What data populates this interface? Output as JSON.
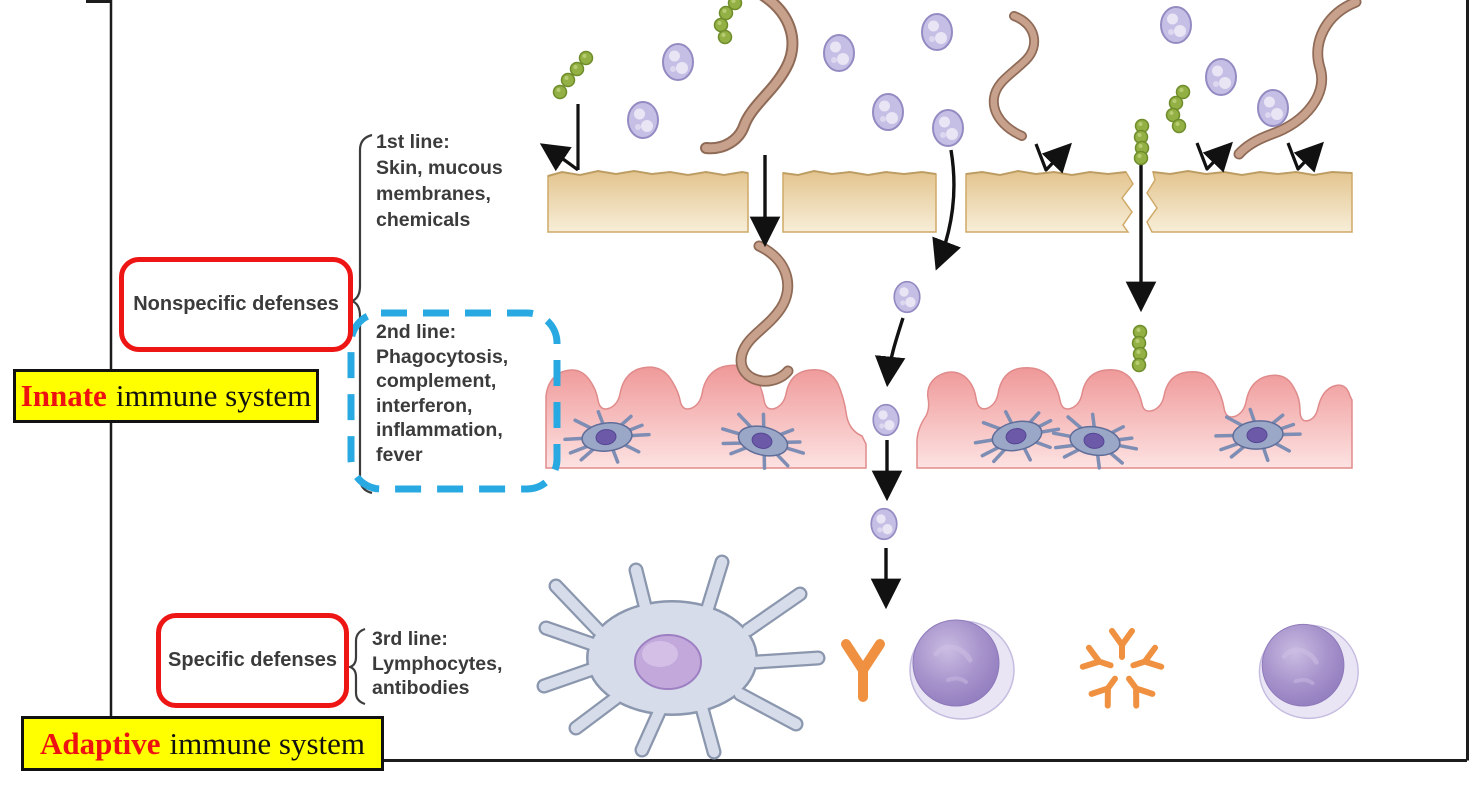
{
  "defense_lines": {
    "first": {
      "lines": [
        "1st line:",
        "Skin, mucous",
        "membranes,",
        "chemicals"
      ]
    },
    "second": {
      "lines": [
        "2nd line:",
        "Phagocytosis,",
        "complement,",
        "interferon,",
        "inflammation,",
        "fever"
      ]
    },
    "third": {
      "lines": [
        "3rd line:",
        "Lymphocytes,",
        "antibodies"
      ]
    }
  },
  "category_boxes": {
    "nonspecific": "Nonspecific defenses",
    "specific": "Specific defenses"
  },
  "system_banners": {
    "innate": {
      "emphasis": "Innate",
      "rest": "immune system"
    },
    "adaptive": {
      "emphasis": "Adaptive",
      "rest": "immune system"
    }
  },
  "colors": {
    "category_box_border": "#ee1515",
    "second_line_dashed_border": "#29a9e1",
    "banner_background": "#ffff00",
    "banner_emphasis_text": "#ee1111",
    "banner_border": "#111111",
    "label_text": "#3b3b3b",
    "skin_tan": "#ecd5a7",
    "tissue_pink": "#f2a3a3",
    "pathogen_green": "#93b044",
    "pathogen_purple": "#c6bfe5",
    "worm_brown": "#c7a18c",
    "antibody_orange": "#ef9140",
    "lymphocyte_purple": "#9d89c8"
  },
  "diagram_elements": [
    "skin-barrier",
    "mucous-membrane-tissue",
    "bacteria-cocci",
    "bacteria-chain",
    "parasitic-worm",
    "dendritic-cell",
    "phagocyte",
    "antibody-y",
    "antibody-complex-ring",
    "lymphocyte",
    "penetration-arrow",
    "deflection-arrow"
  ]
}
